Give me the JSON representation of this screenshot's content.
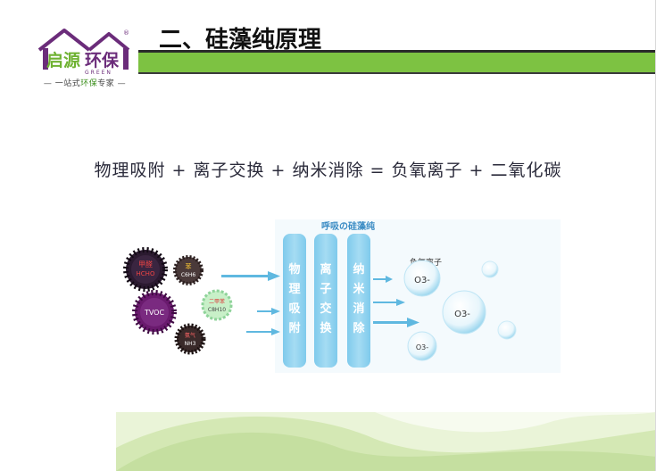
{
  "logo": {
    "brand": "启源环保",
    "sub": "GREEN",
    "tagline_prefix": "— 一站式",
    "tagline_green": "环保",
    "tagline_suffix": "专家 —",
    "registered": "®"
  },
  "title": "二、硅藻纯原理",
  "formula": "物理吸附 + 离子交换 + 纳米消除 = 负氧离子 + 二氧化碳",
  "diagram": {
    "header": "呼吸の硅藻纯",
    "columns": [
      {
        "chars": [
          "物",
          "理",
          "吸",
          "附"
        ]
      },
      {
        "chars": [
          "离",
          "子",
          "交",
          "换"
        ]
      },
      {
        "chars": [
          "纳",
          "米",
          "消",
          "除"
        ]
      }
    ],
    "pollutants": [
      {
        "label1": "甲醛",
        "label2": "HCHO"
      },
      {
        "label1": "苯",
        "label2": "C6H6"
      },
      {
        "label1": "TVOC",
        "label2": ""
      },
      {
        "label1": "二甲苯",
        "label2": "C8H10"
      },
      {
        "label1": "氨气",
        "label2": "NH3"
      }
    ],
    "result_label": "负氧离子",
    "bubbles": [
      "O3-",
      "O3-",
      "O3-"
    ]
  },
  "colors": {
    "green": "#7dc242",
    "column": "#8fd2ef",
    "column_text": "#ffffff",
    "arrow": "#5fb8e0"
  }
}
